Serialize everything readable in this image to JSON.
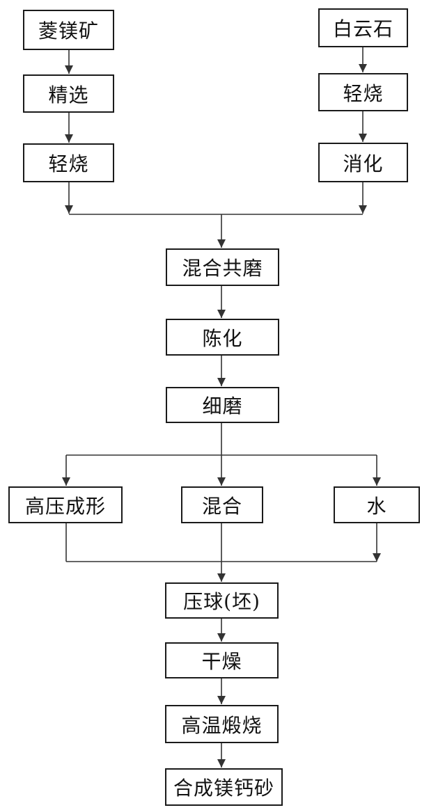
{
  "diagram": {
    "nodes": {
      "magnesite": "菱镁矿",
      "beneficiation": "精选",
      "light_calcination_left": "轻烧",
      "dolomite": "白云石",
      "light_calcination_right": "轻烧",
      "slaking": "消化",
      "mixed_grinding": "混合共磨",
      "aging": "陈化",
      "fine_grinding": "细磨",
      "high_pressure_forming": "高压成形",
      "mixing": "混合",
      "water": "水",
      "pressing_balls": "压球(坯)",
      "drying": "干燥",
      "high_temp_calcination": "高温煅烧",
      "synthetic_magnesia_calcia_clinker": "合成镁钙砂"
    },
    "colors": {
      "line": "#333333",
      "box_border": "#1a1a1a",
      "text": "#111111"
    }
  }
}
